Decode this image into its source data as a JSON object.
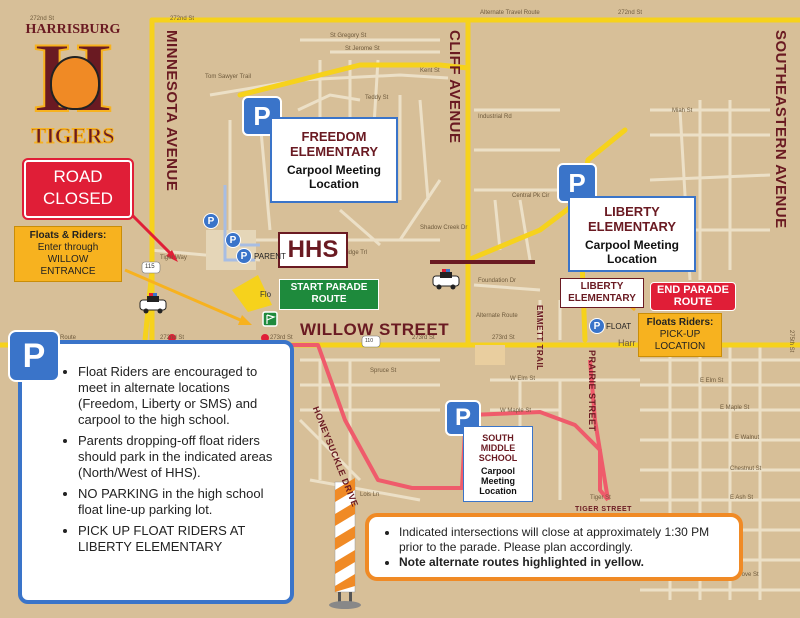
{
  "streets": {
    "main_horizontal": "WILLOW STREET",
    "minnesota": "MINNESOTA AVENUE",
    "cliff": "CLIFF AVENUE",
    "southeastern": "SOUTHEASTERN AVENUE",
    "honeysuckle": "HONEYSUCKLE DRIVE",
    "emmett": "EMMETT TRAIL",
    "prairie": "PRAIRIE STREET",
    "tiger": "TIGER STREET",
    "small": [
      {
        "id": "s272nd_tl",
        "text": "272nd St"
      },
      {
        "id": "s272nd_t2",
        "text": "272nd St"
      },
      {
        "id": "s272nd_tr",
        "text": "272nd St"
      },
      {
        "id": "alt_travel",
        "text": "Alternate Travel Route"
      },
      {
        "id": "gregory",
        "text": "St Gregory St"
      },
      {
        "id": "jerome",
        "text": "St Jerome St"
      },
      {
        "id": "tom_sawyer",
        "text": "Tom Sawyer Trail"
      },
      {
        "id": "kent",
        "text": "Kent St"
      },
      {
        "id": "teddy",
        "text": "Teddy St"
      },
      {
        "id": "industrial",
        "text": "Industrial Rd"
      },
      {
        "id": "miah",
        "text": "Miah St"
      },
      {
        "id": "central_pk",
        "text": "Central Pk Cir"
      },
      {
        "id": "foundation",
        "text": "Foundation Dr"
      },
      {
        "id": "shadow_creek",
        "text": "Shadow Creek Dr"
      },
      {
        "id": "ridge_tri",
        "text": "Ridge Trl"
      },
      {
        "id": "alt_route_mid",
        "text": "Alternate Route"
      },
      {
        "id": "alt_route_left",
        "text": "Route"
      },
      {
        "id": "s272nd_left",
        "text": "272nd St"
      },
      {
        "id": "s273rd_a",
        "text": "273rd St"
      },
      {
        "id": "s273rd_b",
        "text": "273rd St"
      },
      {
        "id": "s273rd_c",
        "text": "273rd St"
      },
      {
        "id": "spruce",
        "text": "Spruce St"
      },
      {
        "id": "w_elm",
        "text": "W Elm St"
      },
      {
        "id": "e_elm",
        "text": "E Elm St"
      },
      {
        "id": "e_maple",
        "text": "E Maple St"
      },
      {
        "id": "w_maple",
        "text": "W Maple St"
      },
      {
        "id": "e_walnut",
        "text": "E Walnut"
      },
      {
        "id": "chestnut",
        "text": "Chestnut St"
      },
      {
        "id": "e_ash",
        "text": "E Ash St"
      },
      {
        "id": "grove",
        "text": "Grove St"
      },
      {
        "id": "lois",
        "text": "Lois Ln"
      },
      {
        "id": "tiger_st",
        "text": "Tiger St"
      },
      {
        "id": "harr",
        "text": "Harr"
      },
      {
        "id": "cir_275",
        "text": "275th St"
      },
      {
        "id": "tiger_way",
        "text": "Tiger Way"
      },
      {
        "id": "float_label",
        "text": "Flo"
      },
      {
        "id": "r110",
        "text": "110"
      },
      {
        "id": "r115",
        "text": "115"
      }
    ]
  },
  "logo": {
    "top": "HARRISBURG",
    "letter": "H",
    "bottom": "TIGERS"
  },
  "road_closed": {
    "line1": "ROAD",
    "line2": "CLOSED"
  },
  "floats_enter": {
    "bold": "Floats & Riders:",
    "line2": "Enter through",
    "line3": "WILLOW",
    "line4": "ENTRANCE"
  },
  "freedom": {
    "name1": "FREEDOM",
    "name2": "ELEMENTARY",
    "sub1": "Carpool Meeting",
    "sub2": "Location",
    "p": "P"
  },
  "liberty": {
    "name1": "LIBERTY",
    "name2": "ELEMENTARY",
    "sub1": "Carpool Meeting",
    "sub2": "Location",
    "p": "P"
  },
  "liberty_small": {
    "line1": "LIBERTY",
    "line2": "ELEMENTARY"
  },
  "end_route": {
    "line1": "END PARADE",
    "line2": "ROUTE"
  },
  "start_route": {
    "line1": "START PARADE",
    "line2": "ROUTE"
  },
  "hhs": {
    "label": "HHS"
  },
  "parent_label": "PARENT",
  "float_pickup_label": "FLOAT",
  "floats_pickup": {
    "bold": "Floats Riders:",
    "line2": "PICK-UP",
    "line3": "LOCATION"
  },
  "sms": {
    "name1": "SOUTH",
    "name2": "MIDDLE",
    "name3": "SCHOOL",
    "sub1": "Carpool",
    "sub2": "Meeting",
    "sub3": "Location",
    "p": "P"
  },
  "small_p": "P",
  "info": {
    "p": "P",
    "items": [
      "Float Riders are encouraged to meet in alternate locations (Freedom, Liberty or SMS) and carpool to the high school.",
      "Parents dropping-off float riders should park in the indicated areas (North/West of HHS).",
      "NO PARKING in the high school float line-up parking lot.",
      "PICK UP FLOAT RIDERS AT LIBERTY ELEMENTARY"
    ]
  },
  "notice": {
    "line1": "Indicated intersections will close at approximately 1:30 PM prior to the parade. Please plan accordingly.",
    "line2": "Note alternate routes highlighted in yellow."
  },
  "colors": {
    "route_yellow": "#f6d21c",
    "parade_red": "#ef5b6b",
    "maroon": "#6a1a22",
    "parking_blue": "#3a74c9",
    "closed_red": "#e01e37",
    "orange": "#f08a25"
  }
}
